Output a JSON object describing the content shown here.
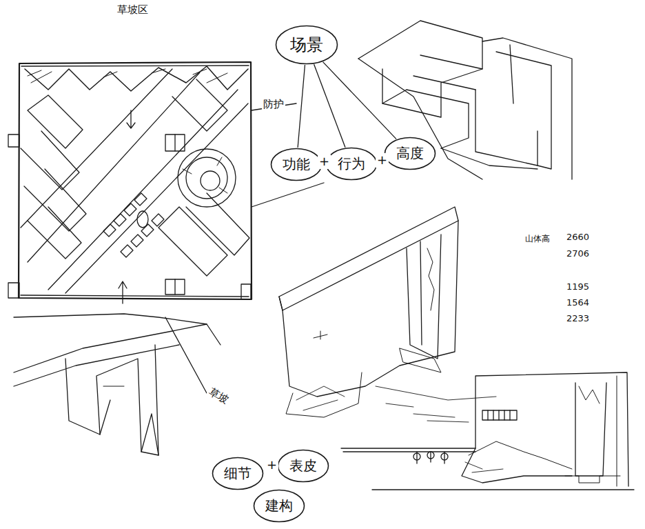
{
  "diagram": {
    "nodes": [
      {
        "text": [
          "场景"
        ]
      },
      {
        "text": [
          "功能"
        ]
      },
      {
        "text": [
          "行为"
        ]
      },
      {
        "text": [
          "高度"
        ]
      },
      {
        "text": [
          "细节"
        ]
      },
      {
        "text": [
          "表皮"
        ]
      },
      {
        "text": [
          "建构"
        ]
      }
    ],
    "edges": [
      {
        "from": 0,
        "to": 1,
        "arrow": "none"
      },
      {
        "from": 0,
        "to": 2,
        "arrow": "none"
      },
      {
        "from": 0,
        "to": 3,
        "arrow": "none"
      }
    ],
    "labels": [
      "草坡区",
      "防护",
      "+",
      "+",
      "+",
      "草坡",
      "山体高",
      "2660",
      "2706",
      "1195",
      "1564",
      "2233"
    ]
  }
}
